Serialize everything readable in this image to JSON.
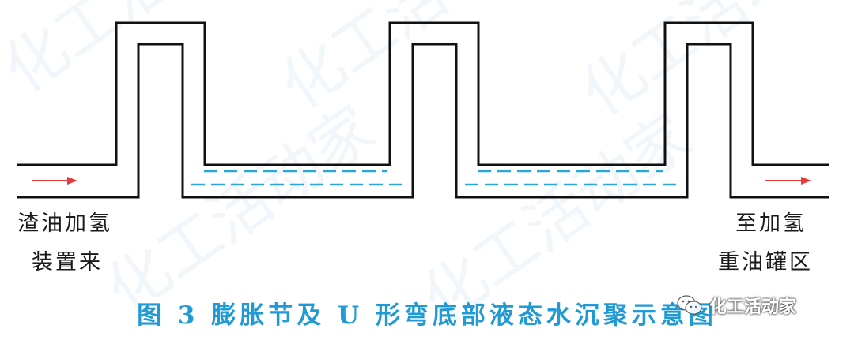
{
  "labels": {
    "left_line1": "渣油加氢",
    "left_line2": "装置来",
    "right_line1": "至加氢",
    "right_line2": "重油罐区"
  },
  "caption": "图 3  膨胀节及 U 形弯底部液态水沉聚示意图",
  "watermark": {
    "text": "化工活动家",
    "icon": "wechat-icon"
  },
  "background_watermark_text": "化工活动家",
  "colors": {
    "pipe": "#111111",
    "flow_arrow": "#e23b3b",
    "water": "#2aa7d9",
    "caption": "#1f9ad4"
  }
}
